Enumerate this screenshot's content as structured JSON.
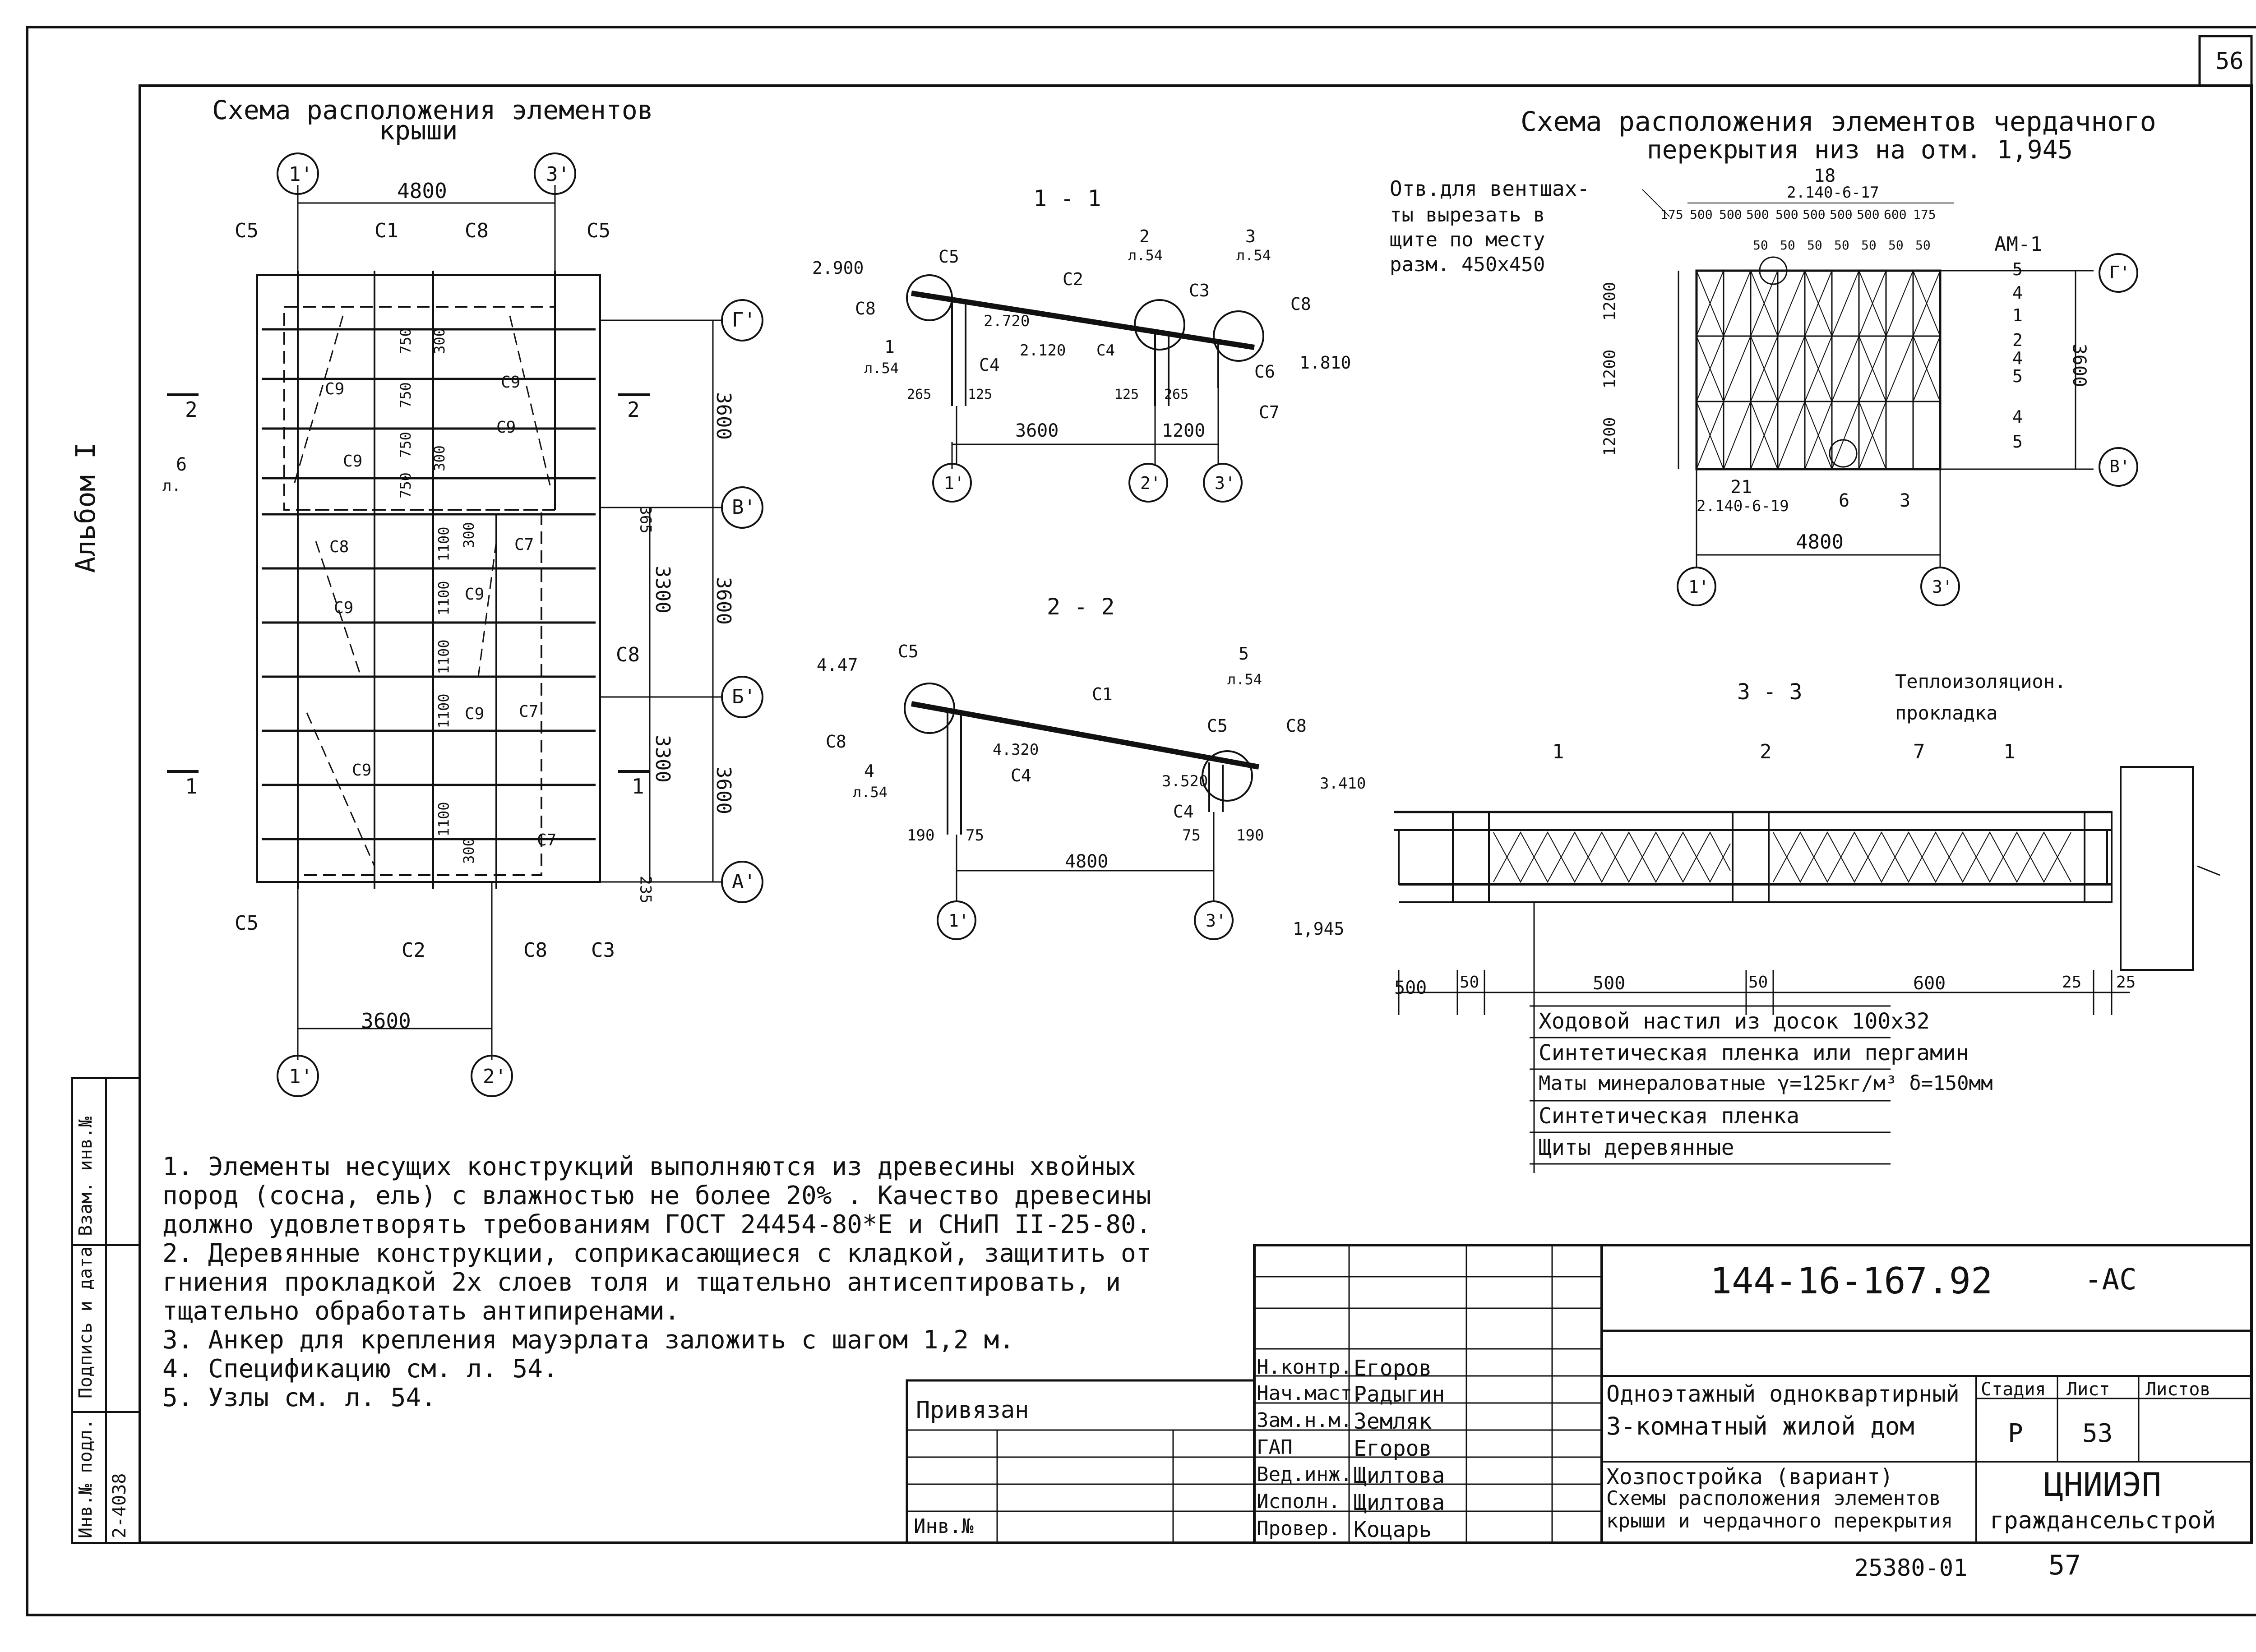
{
  "sheet": {
    "page_number": "56"
  },
  "album": {
    "label": "Альбом I"
  },
  "roof_plan": {
    "title_line1": "Схема расположения элементов",
    "title_line2": "крыши",
    "axis_labels": [
      "1'",
      "3'",
      "1'",
      "2'"
    ],
    "row_axes": [
      "Г'",
      "В'",
      "Б'",
      "А'"
    ],
    "dims": {
      "top": "4800",
      "bottom": "3600",
      "r1": "3600",
      "r2": "3600",
      "r3": "3600",
      "i1": "3300",
      "i2": "3300",
      "e1": "365",
      "e2": "235"
    },
    "labels": [
      "С5",
      "С1",
      "С8",
      "С5",
      "С9",
      "С9",
      "С9",
      "С9",
      "С8",
      "С9",
      "С7",
      "С9",
      "С7",
      "С8",
      "С9",
      "С9",
      "С7",
      "С5",
      "С2",
      "С8",
      "С3",
      "6",
      "л."
    ],
    "small_dims": [
      "750",
      "750",
      "750",
      "750",
      "300",
      "300",
      "1100",
      "1100",
      "1100",
      "1100",
      "1100",
      "300",
      "300"
    ],
    "section_marks": [
      "2",
      "2",
      "1",
      "1"
    ]
  },
  "section_1_1": {
    "title": "1 - 1",
    "labels": [
      "2.900",
      "С5",
      "С8",
      "С2",
      "2",
      "л.54",
      "С3",
      "3",
      "л.54",
      "С8",
      "2.720",
      "2.120",
      "С4",
      "С4",
      "1",
      "л.54",
      "С6",
      "1.810",
      "С7"
    ],
    "dims": [
      "265",
      "125",
      "125",
      "265",
      "3600",
      "1200"
    ],
    "axes": [
      "1'",
      "2'",
      "3'"
    ]
  },
  "section_2_2": {
    "title": "2 - 2",
    "labels": [
      "4.47",
      "С5",
      "С1",
      "5",
      "л.54",
      "С8",
      "4.320",
      "С4",
      "4",
      "л.54",
      "С5",
      "С8",
      "3.520",
      "3.410",
      "С4"
    ],
    "dims": [
      "190",
      "75",
      "75",
      "190",
      "4800"
    ],
    "axes": [
      "1'",
      "3'"
    ]
  },
  "attic_plan": {
    "title_line1": "Схема расположения элементов чердачного",
    "title_line2": "перекрытия низ на отм. 1,945",
    "note_line1": "Отв.для вентшах-",
    "note_line2": "ты вырезать в",
    "note_line3": "щите по месту",
    "note_line4": "разм. 450x450",
    "top_dims": [
      "175",
      "500",
      "500",
      "500",
      "500",
      "500",
      "500",
      "500",
      "600",
      "175"
    ],
    "small_dims": [
      "50",
      "50",
      "50",
      "50",
      "50",
      "50",
      "50"
    ],
    "mark_18": "18",
    "ref_top": "2.140-6-17",
    "am": "АМ-1",
    "right_marks": [
      "5",
      "4",
      "1",
      "2",
      "4",
      "5",
      "4",
      "5"
    ],
    "left_dims": [
      "1200",
      "1200",
      "1200"
    ],
    "right_dim": "3600",
    "mark_21": "21",
    "ref_bottom": "2.140-6-19",
    "mark_6": "6",
    "mark_3": "3",
    "bottom_dim": "4800",
    "axes": [
      "Г'",
      "В'",
      "1'",
      "3'"
    ]
  },
  "section_3_3": {
    "title": "3 - 3",
    "insulation_label_1": "Теплоизоляцион.",
    "insulation_label_2": "прокладка",
    "marks": [
      "1",
      "2",
      "7",
      "1"
    ],
    "level": "1,945",
    "dims": [
      "500",
      "50",
      "500",
      "50",
      "600",
      "25",
      "25"
    ],
    "layers": [
      "Ходовой настил из досок 100x32",
      "Синтетическая пленка или пергамин",
      "Маты минераловатные γ=125кг/м³ δ=150мм",
      "Синтетическая пленка",
      "Щиты деревянные"
    ]
  },
  "notes": [
    "1. Элементы несущих конструкций выполняются из древесины хвойных",
    "   пород (сосна, ель) с влажностью не более 20% . Качество древесины",
    "   должно удовлетворять требованиям ГОСТ 24454-80*Е и СНиП II-25-80.",
    "2. Деревянные конструкции, соприкасающиеся с кладкой, защитить от",
    "   гниения прокладкой 2х слоев толя и тщательно антисептировать, и",
    "   тщательно обработать антипиренами.",
    "3. Анкер для крепления мауэрлата заложить с шагом 1,2 м.",
    "4. Спецификацию см. л. 54.",
    "5. Узлы см. л. 54."
  ],
  "side_stamp": {
    "inv_podl": "Инв.№ подл.",
    "podpis": "Подпись и дата",
    "vzam": "Взам. инв.№",
    "number": "2-4038"
  },
  "title_block": {
    "doc_code": "144-16-167.92",
    "doc_suffix": "-АС",
    "privyazan": "Привязан",
    "inv_no": "Инв.№",
    "roles": [
      "Н.контр.",
      "Нач.маст.",
      "Зам.н.м.",
      "ГАП",
      "Вед.инж.",
      "Исполн.",
      "Провер."
    ],
    "names": [
      "Егоров",
      "Радыгин",
      "Земляк",
      "Егоров",
      "Щилтова",
      "Щилтова",
      "Коцарь"
    ],
    "project_line1": "Одноэтажный одноквартирный",
    "project_line2": "3-комнатный жилой дом",
    "sheet_line1": "Хозпостройка (вариант)",
    "sheet_line2": "Схемы расположения элементов",
    "sheet_line3": "крыши и чердачного перекрытия",
    "stage_h": "Стадия",
    "list_h": "Лист",
    "lists_h": "Листов",
    "stage": "Р",
    "list": "53",
    "org1": "ЦНИИЭП",
    "org2": "граждансельстрой",
    "archive": "25380-01",
    "page_bottom": "57"
  }
}
